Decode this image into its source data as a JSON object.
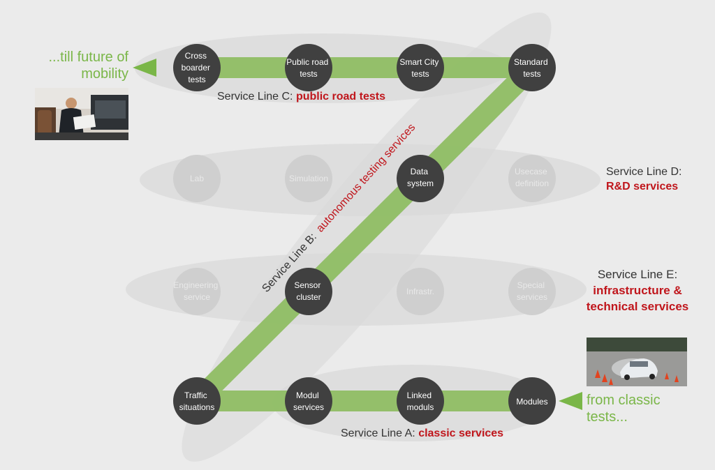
{
  "colors": {
    "background": "#ebebeb",
    "ellipse": "#d9d9d9",
    "path_green": "#8cbc5e",
    "node_dark": "#404040",
    "node_light": "#cfcfcf",
    "node_light_text": "#e9e9e9",
    "highlight_red": "#c0161c",
    "arrow_green": "#7ab648"
  },
  "service_lines": {
    "a": {
      "prefix": "Service Line A:",
      "highlight": "classic services"
    },
    "b": {
      "prefix": "Service Line B:",
      "highlight": "autonomous testing services"
    },
    "c": {
      "prefix": "Service Line C:",
      "highlight": "public road tests"
    },
    "d": {
      "prefix": "Service Line D:",
      "highlight": "R&D services"
    },
    "e": {
      "prefix": "Service Line E:",
      "highlight_1": "infrastructure &",
      "highlight_2": "technical services"
    }
  },
  "nodes": {
    "cross_boarder_tests": [
      "Cross",
      "boarder",
      "tests"
    ],
    "public_road_tests": [
      "Public road",
      "tests"
    ],
    "smart_city_tests": [
      "Smart City",
      "tests"
    ],
    "standard_tests": [
      "Standard",
      "tests"
    ],
    "lab": [
      "Lab"
    ],
    "simulation": [
      "Simulation"
    ],
    "data_system": [
      "Data",
      "system"
    ],
    "usecase_definition": [
      "Usecase",
      "definition"
    ],
    "engineering_service": [
      "Engineering",
      "service"
    ],
    "sensor_cluster": [
      "Sensor",
      "cluster"
    ],
    "infrastr": [
      "Infrastr."
    ],
    "special_services": [
      "Special",
      "services"
    ],
    "traffic_situations": [
      "Traffic",
      "situations"
    ],
    "modul_services": [
      "Modul",
      "services"
    ],
    "linked_moduls": [
      "Linked",
      "moduls"
    ],
    "modules": [
      "Modules"
    ]
  },
  "callouts": {
    "future": {
      "line1": "...till future of",
      "line2": "mobility"
    },
    "classic": {
      "line1": "from classic",
      "line2": "tests..."
    }
  },
  "images": {
    "top_left": "person-in-autonomous-car",
    "bottom_right": "car-cone-driving-test"
  }
}
